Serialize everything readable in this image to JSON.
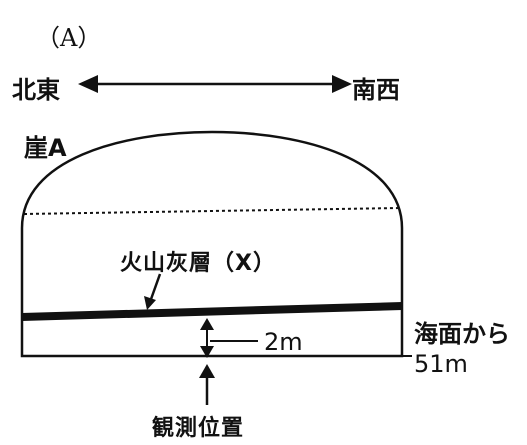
{
  "figure": {
    "panel_label": "（A）",
    "direction_left": "北東",
    "direction_right": "南西",
    "cliff_label": "崖A",
    "ash_layer_label": "火山灰層（X）",
    "thickness_label": "2m",
    "sea_level_label_line1": "海面から",
    "sea_level_label_line2": "51m",
    "observation_label": "観測位置"
  },
  "colors": {
    "ink": "#111111",
    "background": "#ffffff"
  }
}
